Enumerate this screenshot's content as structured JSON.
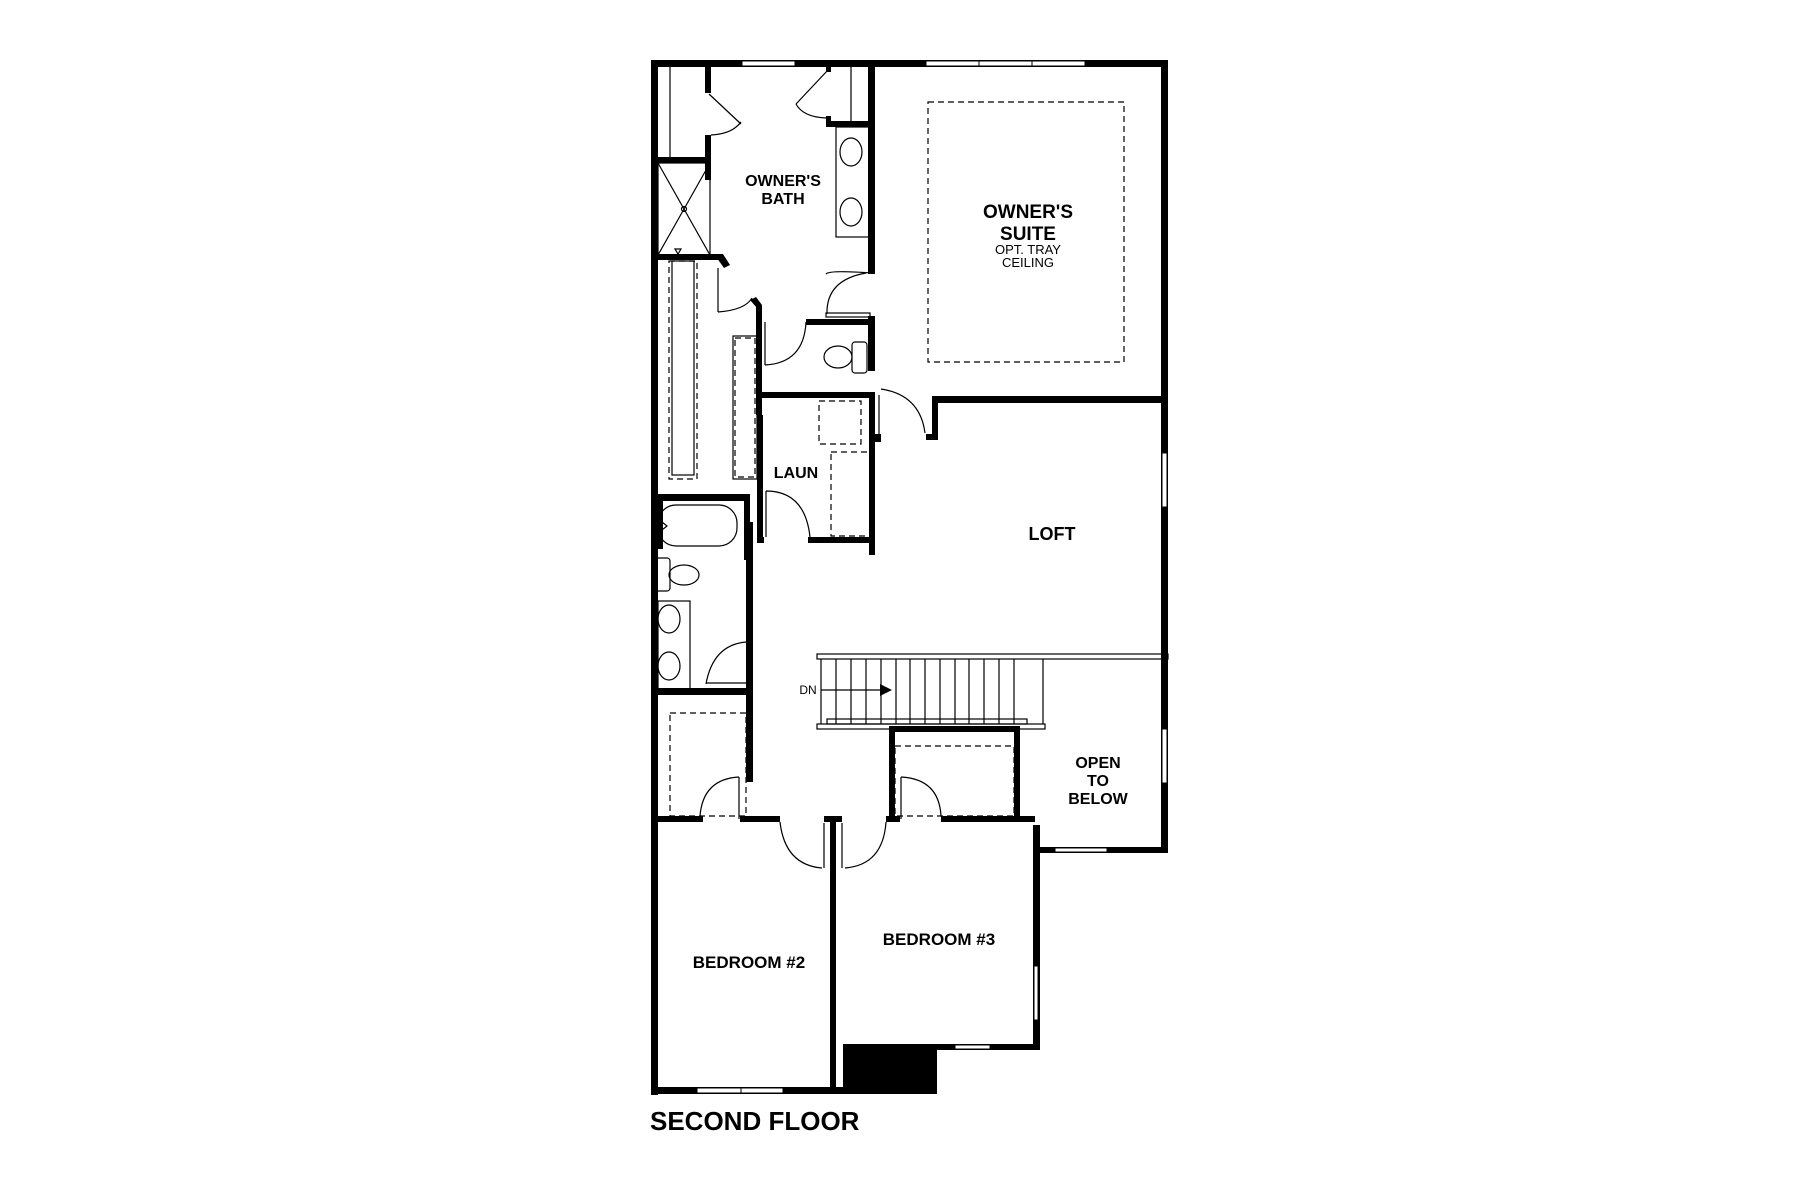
{
  "plan": {
    "title": "SECOND FLOOR",
    "rooms": [
      {
        "id": "owners-bath",
        "lines": [
          "OWNER'S",
          "BATH"
        ]
      },
      {
        "id": "owners-suite",
        "lines": [
          "OWNER'S",
          "SUITE"
        ],
        "note_lines": [
          "OPT. TRAY",
          "CEILING"
        ]
      },
      {
        "id": "laundry",
        "lines": [
          "LAUN"
        ]
      },
      {
        "id": "loft",
        "lines": [
          "LOFT"
        ]
      },
      {
        "id": "open-to-below",
        "lines": [
          "OPEN",
          "TO",
          "BELOW"
        ]
      },
      {
        "id": "bedroom-2",
        "lines": [
          "BEDROOM #2"
        ]
      },
      {
        "id": "bedroom-3",
        "lines": [
          "BEDROOM #3"
        ]
      }
    ],
    "stairs": {
      "direction_label": "DN"
    }
  }
}
